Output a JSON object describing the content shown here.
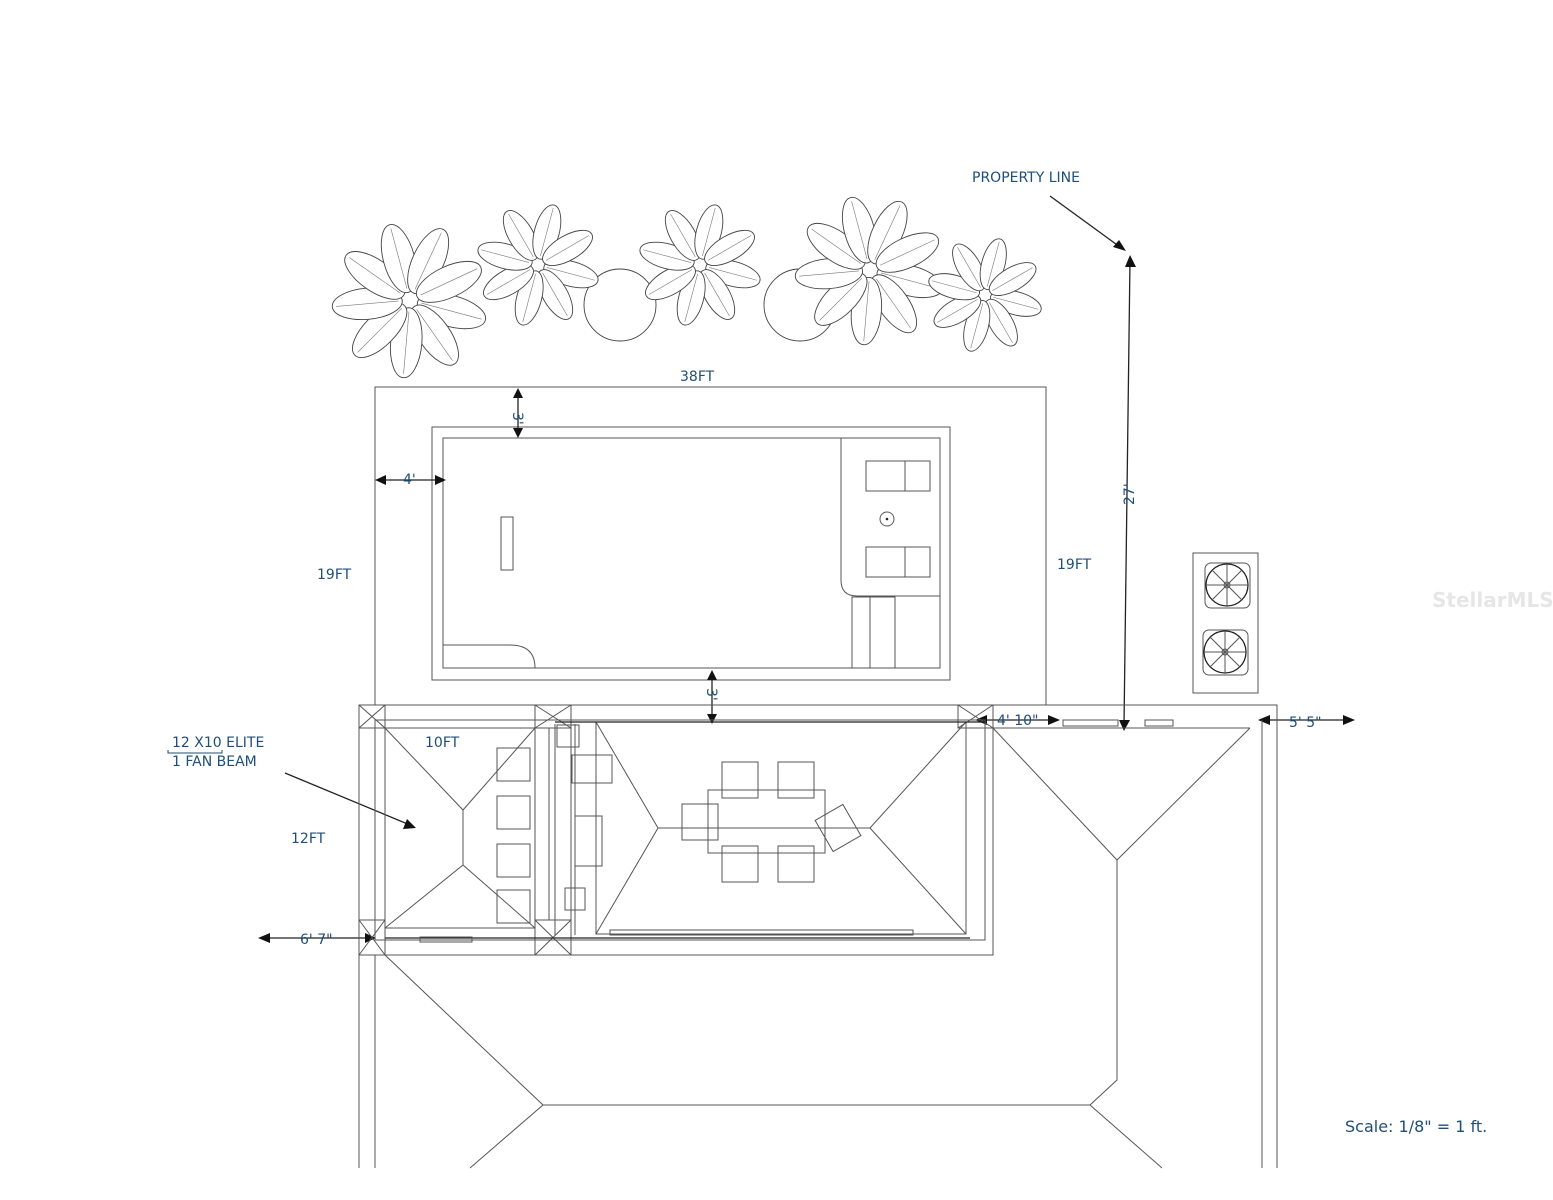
{
  "labels": {
    "property_line": "PROPERTY LINE",
    "deck_width": "38FT",
    "pool_top_setback": "3'",
    "pool_left_setback": "4'",
    "deck_left_depth": "19FT",
    "deck_right_depth": "19FT",
    "property_line_distance": "27'",
    "pool_bottom_setback": "3'",
    "pergola_model_line1": "12 X10 ELITE",
    "pergola_model_line2": "1 FAN BEAM",
    "pergola_width": "10FT",
    "pergola_depth": "12FT",
    "left_setback": "6' 7\"",
    "right_offset": "4' 10\"",
    "right_setback": "5' 5\"",
    "scale": "Scale: 1/8\" = 1 ft."
  },
  "watermark": "StellarMLS",
  "colors": {
    "text": "#1f4e79",
    "lines": "#555555"
  }
}
